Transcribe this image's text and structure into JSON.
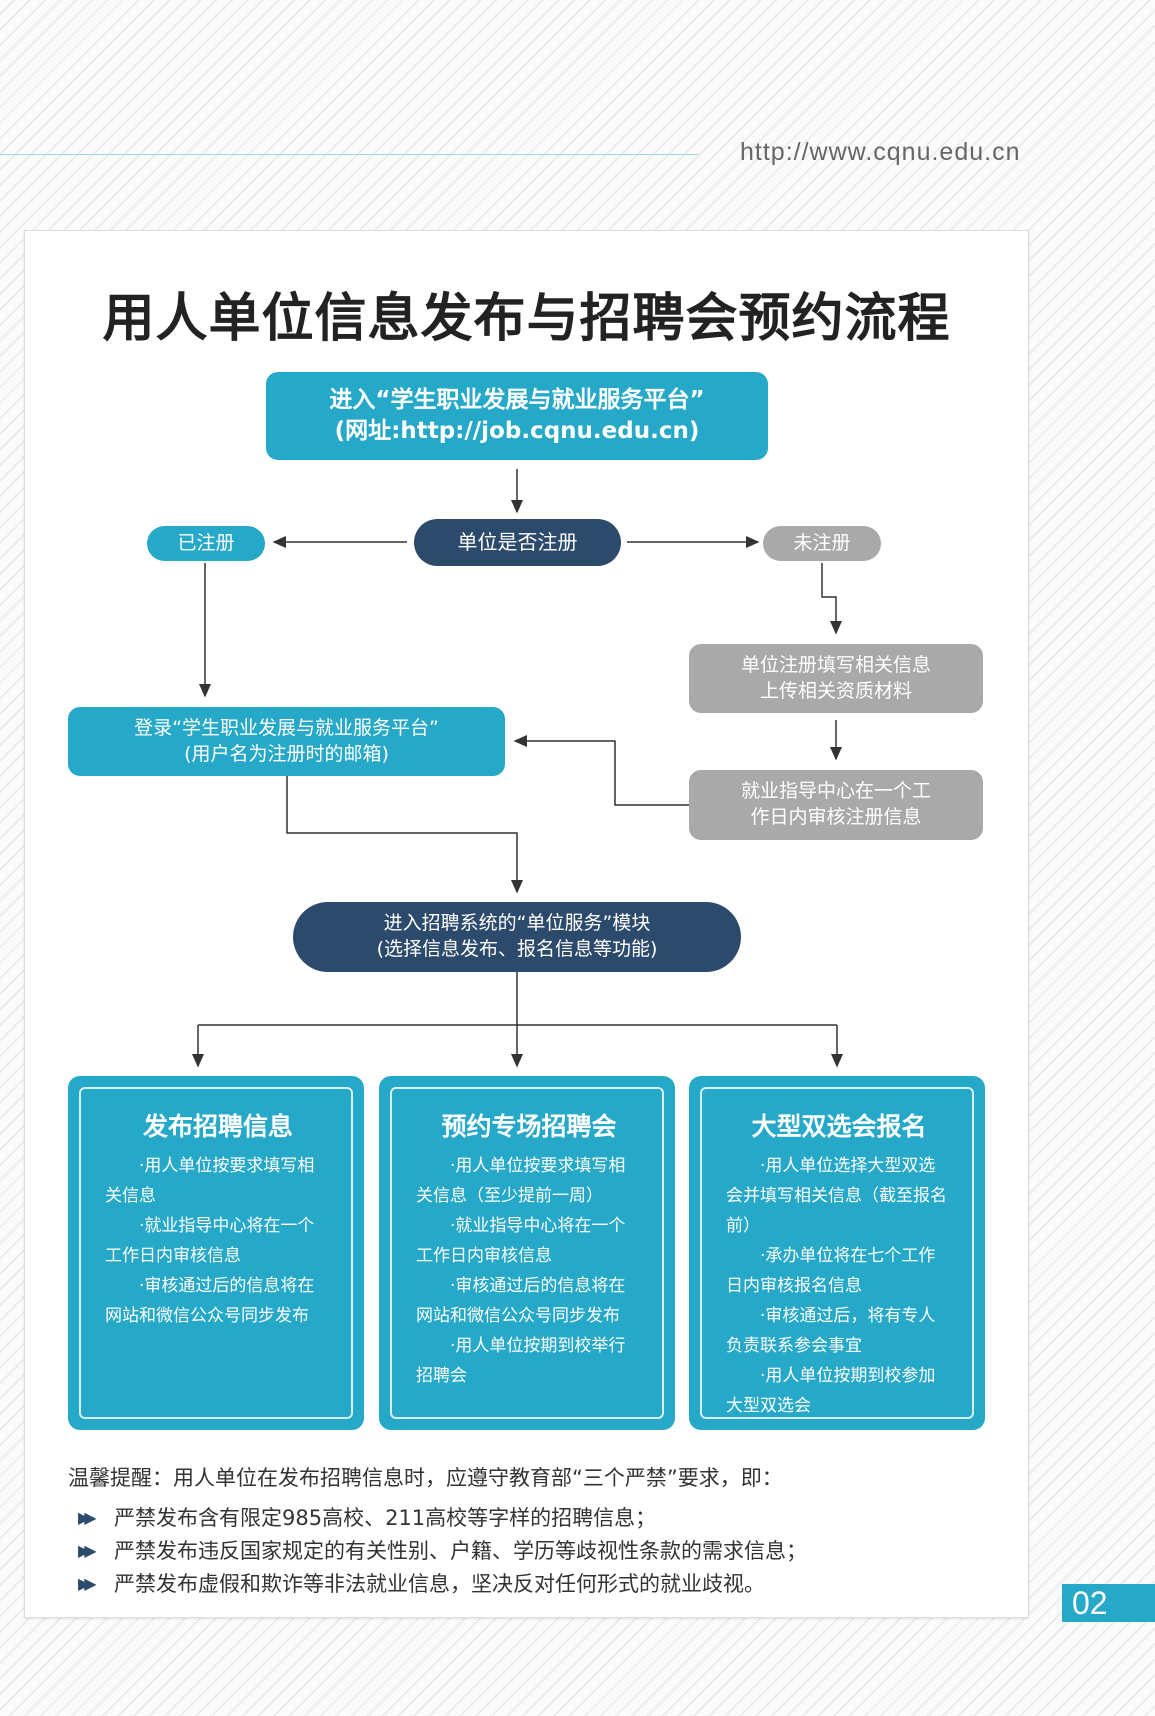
{
  "header": {
    "url": "http://www.cqnu.edu.cn"
  },
  "title": "用人单位信息发布与招聘会预约流程",
  "flow": {
    "enter_platform": {
      "line1": "进入“学生职业发展与就业服务平台”",
      "line2": "(网址:http://job.cqnu.edu.cn)"
    },
    "is_registered": "单位是否注册",
    "registered": "已注册",
    "not_registered": "未注册",
    "register_info": {
      "line1": "单位注册填写相关信息",
      "line2": "上传相关资质材料"
    },
    "review": {
      "line1": "就业指导中心在一个工",
      "line2": "作日内审核注册信息"
    },
    "login": {
      "line1": "登录“学生职业发展与就业服务平台”",
      "line2": "(用户名为注册时的邮箱)"
    },
    "unit_service": {
      "line1": "进入招聘系统的“单位服务”模块",
      "line2": "(选择信息发布、报名信息等功能)"
    }
  },
  "columns": [
    {
      "title": "发布招聘信息",
      "items": [
        "·用人单位按要求填写相关信息",
        "·就业指导中心将在一个工作日内审核信息",
        "·审核通过后的信息将在网站和微信公众号同步发布"
      ]
    },
    {
      "title": "预约专场招聘会",
      "items": [
        "·用人单位按要求填写相关信息（至少提前一周）",
        "·就业指导中心将在一个工作日内审核信息",
        "·审核通过后的信息将在网站和微信公众号同步发布",
        "·用人单位按期到校举行招聘会"
      ]
    },
    {
      "title": "大型双选会报名",
      "items": [
        "·用人单位选择大型双选会并填写相关信息（截至报名前）",
        "·承办单位将在七个工作日内审核报名信息",
        "·审核通过后，将有专人负责联系参会事宜",
        "·用人单位按期到校参加大型双选会"
      ]
    }
  ],
  "reminder": {
    "intro": "温馨提醒：用人单位在发布招聘信息时，应遵守教育部“三个严禁”要求，即：",
    "items": [
      "严禁发布含有限定985高校、211高校等字样的招聘信息；",
      "严禁发布违反国家规定的有关性别、户籍、学历等歧视性条款的需求信息；",
      "严禁发布虚假和欺诈等非法就业信息，坚决反对任何形式的就业歧视。"
    ]
  },
  "page_number": "02",
  "colors": {
    "teal": "#26a8c8",
    "dark": "#2c4a6c",
    "gray": "#a9a9a9"
  }
}
